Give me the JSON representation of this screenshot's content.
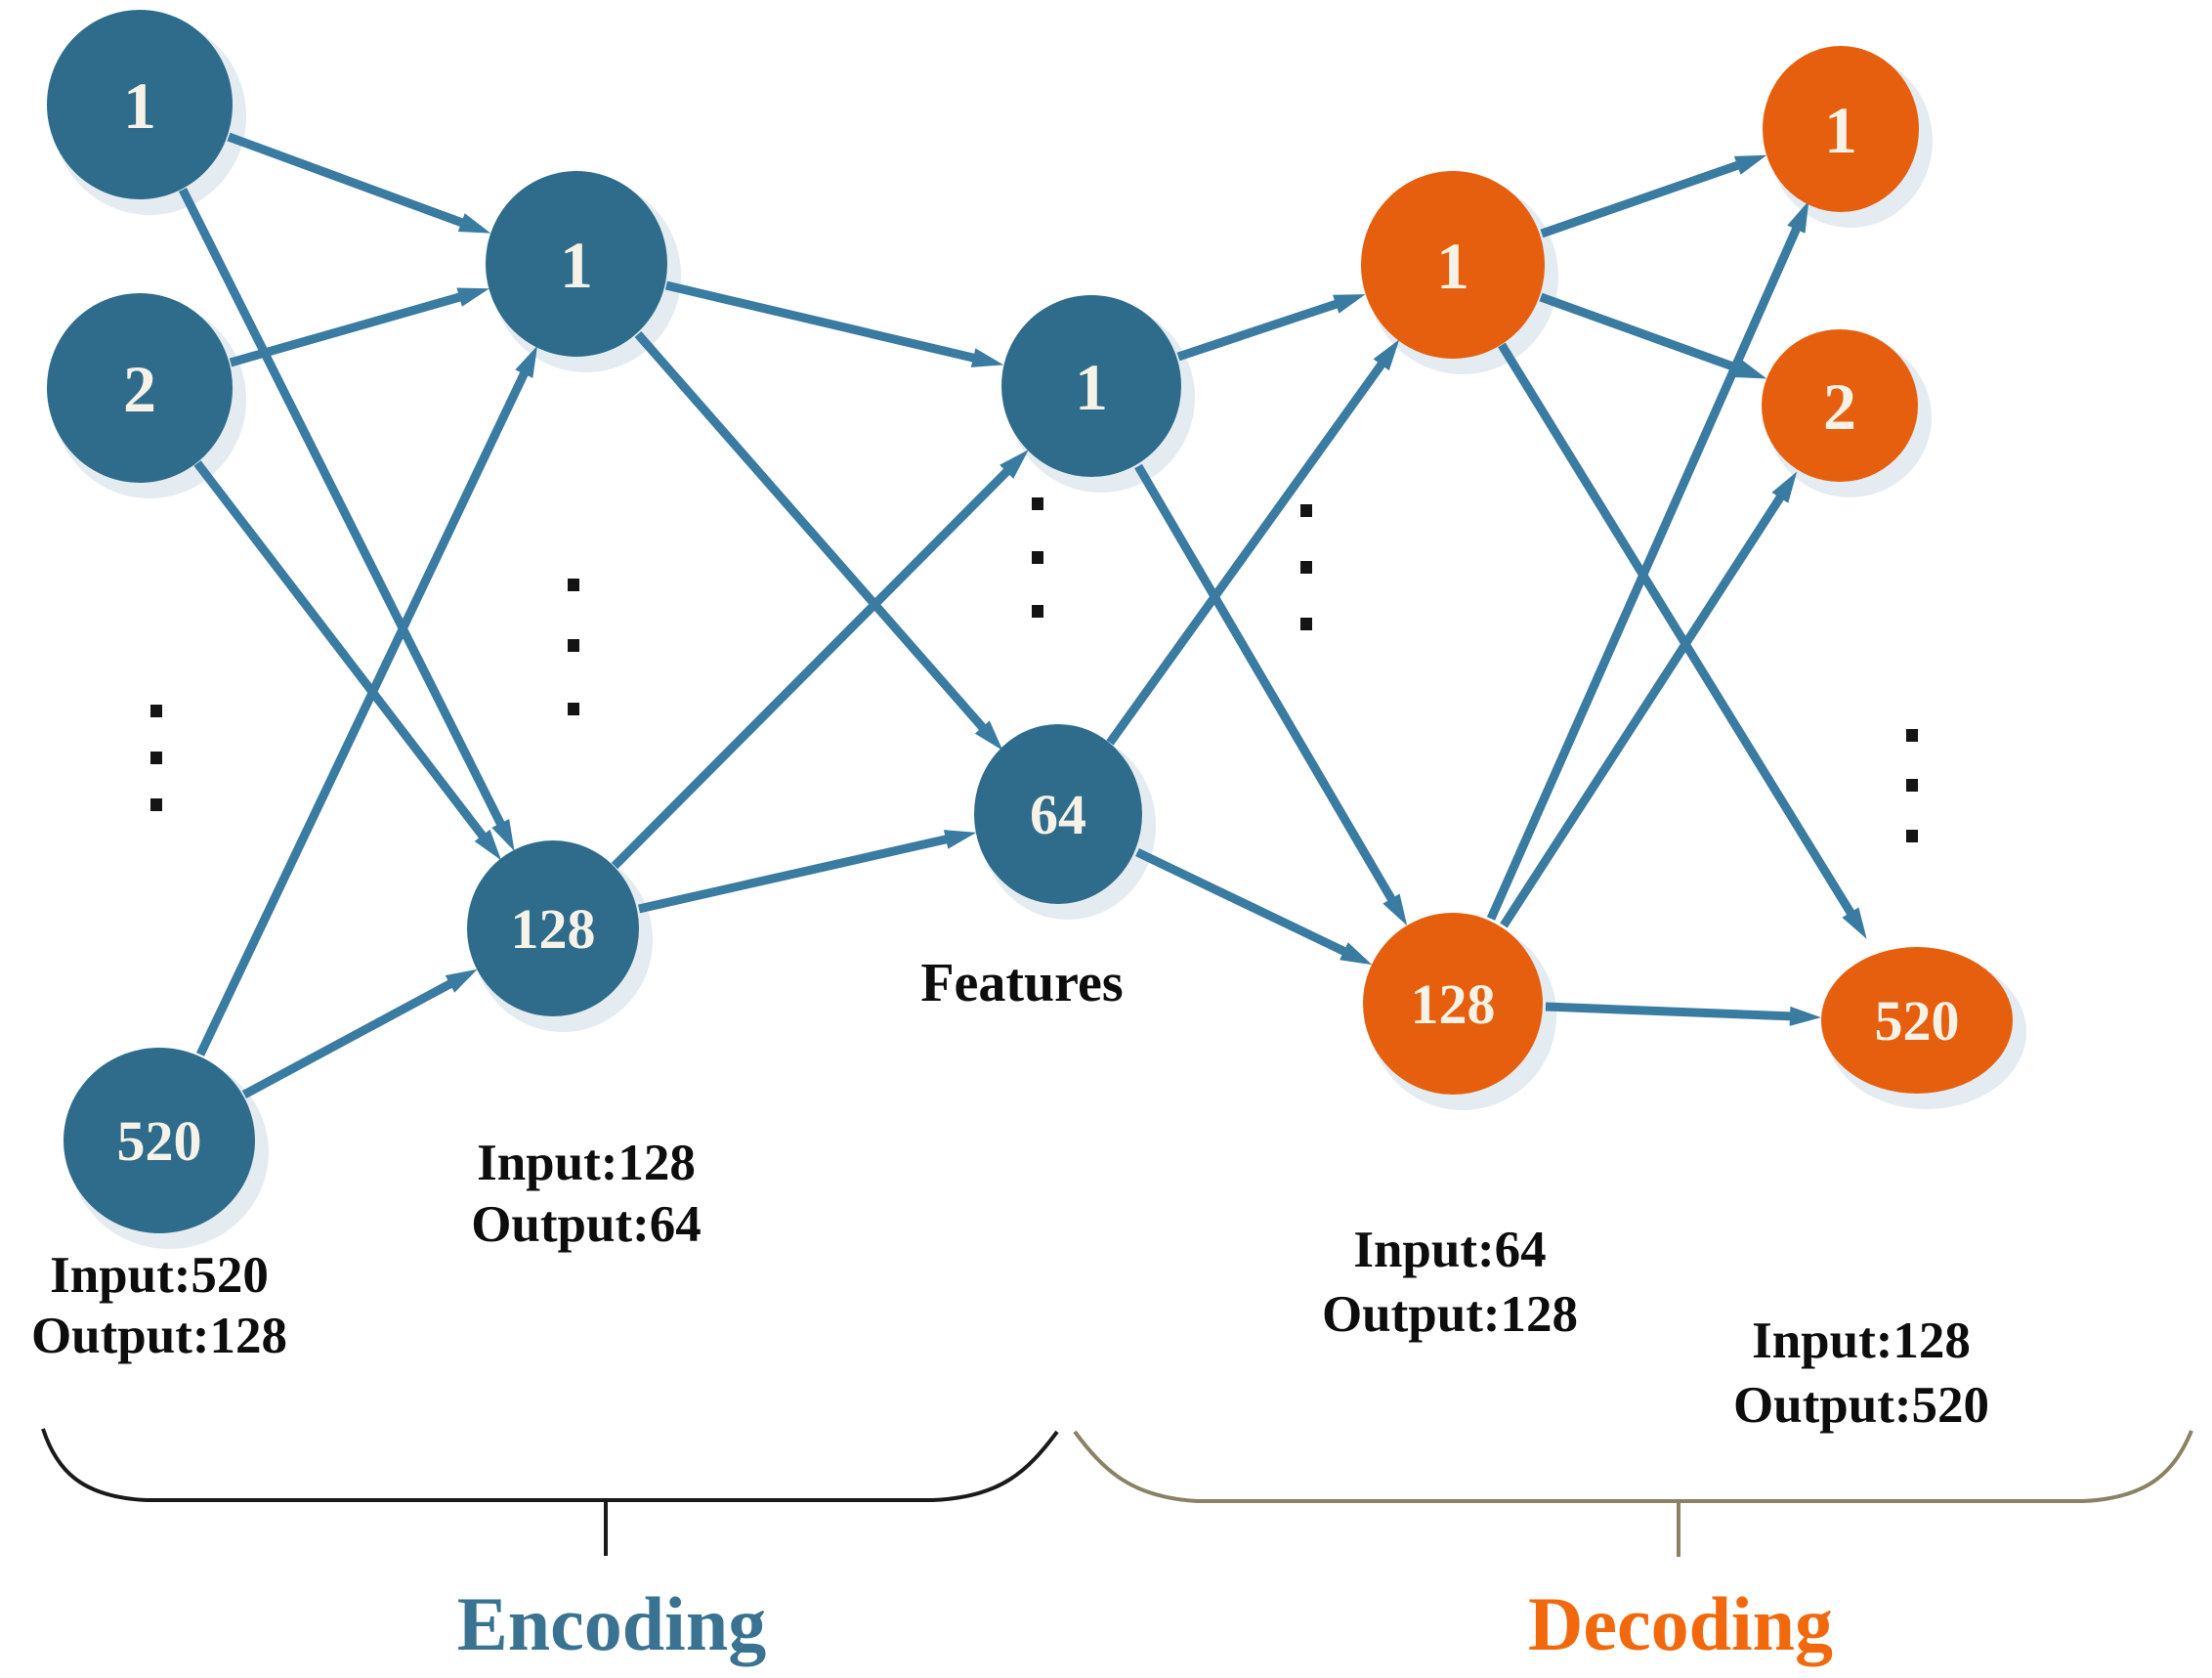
{
  "title": "Autoencoder encoding-decoding network diagram",
  "colors": {
    "node_blue": "#2F6C8B",
    "node_orange": "#E65F0E",
    "arrow_blue": "#3A7BA2",
    "encoding_text": "#3A7391",
    "decoding_text": "#F2690D",
    "io_text": "#0d0d0d",
    "brace_left": "#1a1a1a",
    "brace_right": "#8a8264",
    "node_number_text": "#F7F2E7"
  },
  "layers": [
    {
      "role": "input-layer",
      "color": "blue",
      "nodes": [
        {
          "label": "1"
        },
        {
          "label": "2"
        },
        {
          "label": "520"
        }
      ],
      "io": {
        "line1": "Input:520",
        "line2": "Output:128"
      }
    },
    {
      "role": "encoder-hidden-layer",
      "color": "blue",
      "nodes": [
        {
          "label": "1"
        },
        {
          "label": "128"
        }
      ],
      "io": {
        "line1": "Input:128",
        "line2": "Output:64"
      }
    },
    {
      "role": "feature-layer",
      "color": "blue",
      "nodes": [
        {
          "label": "1"
        },
        {
          "label": "64"
        }
      ],
      "caption": "Features"
    },
    {
      "role": "decoder-hidden-layer",
      "color": "orange",
      "nodes": [
        {
          "label": "1"
        },
        {
          "label": "128"
        }
      ],
      "io": {
        "line1": "Input:64",
        "line2": "Output:128"
      }
    },
    {
      "role": "output-layer",
      "color": "orange",
      "nodes": [
        {
          "label": "1"
        },
        {
          "label": "2"
        },
        {
          "label": "520"
        }
      ],
      "io": {
        "line1": "Input:128",
        "line2": "Output:520"
      }
    }
  ],
  "sections": {
    "encoding": {
      "label": "Encoding"
    },
    "decoding": {
      "label": "Decoding"
    }
  }
}
